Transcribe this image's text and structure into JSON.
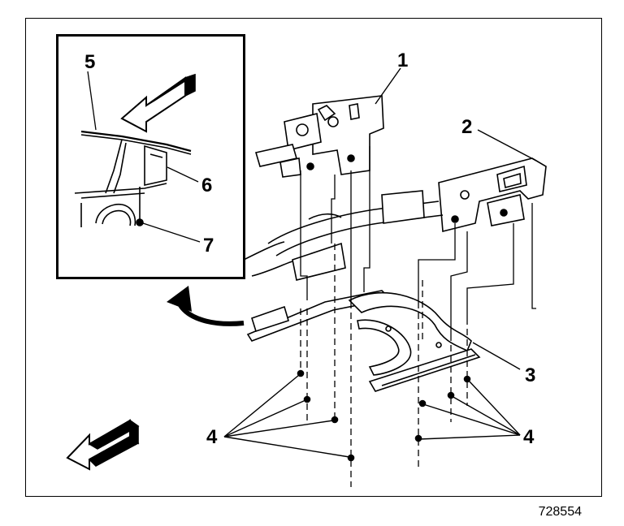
{
  "figure_id": "728554",
  "callouts": {
    "c1": "1",
    "c2": "2",
    "c3": "3",
    "c4a": "4",
    "c4b": "4",
    "c5": "5",
    "c6": "6",
    "c7": "7"
  },
  "icons": {
    "front_arrow_main": "front-direction-arrow-icon",
    "front_arrow_inset": "front-direction-arrow-icon",
    "detail_curved_arrow": "curved-arrow-icon"
  },
  "colors": {
    "line": "#000000",
    "background": "#ffffff"
  }
}
